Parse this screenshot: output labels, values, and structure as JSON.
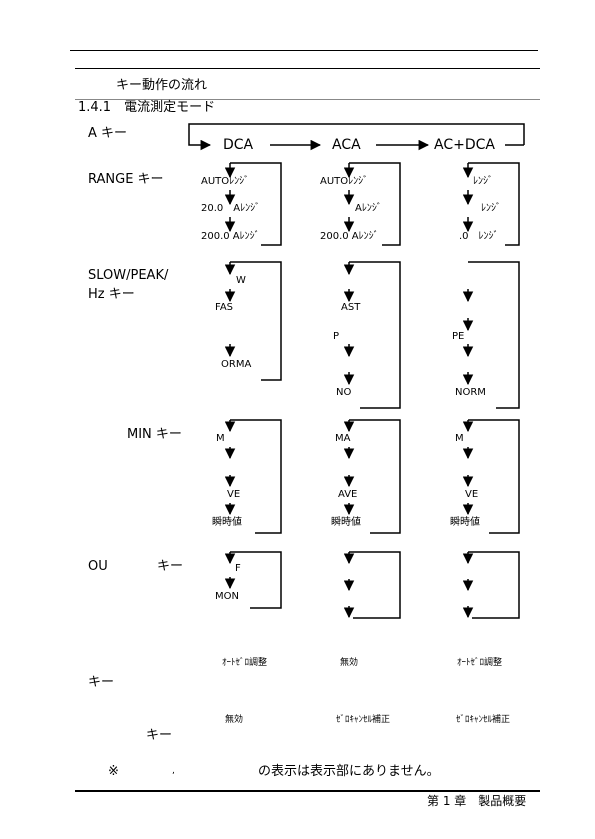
{
  "section": {
    "title": "キー動作の流れ",
    "subsection": "1.4.1　電流測定モード"
  },
  "keys": {
    "a": "A キー",
    "range": "RANGE キー",
    "slow1": "SLOW/PEAK/",
    "slow2": "Hz キー",
    "min": "MIN キー",
    "ou1": "OU",
    "ou2": "キー",
    "bottom1": "キー",
    "bottom2": "キー"
  },
  "modes": {
    "dca": "DCA",
    "aca": "ACA",
    "acdca": "AC+DCA"
  },
  "range": {
    "dca": [
      "AUTOﾚﾝｼﾞ",
      "20.0　Aﾚﾝｼﾞ",
      "200.0 Aﾚﾝｼﾞ"
    ],
    "aca": [
      "AUTOﾚﾝｼﾞ",
      "Aﾚﾝｼﾞ",
      "200.0 Aﾚﾝｼﾞ"
    ],
    "acdca": [
      "ﾚﾝｼﾞ",
      "ﾚﾝｼﾞ",
      ".0　ﾚﾝｼﾞ"
    ]
  },
  "slow": {
    "dca": [
      "W",
      "FAS",
      "ORMA"
    ],
    "aca": [
      "AST",
      "P",
      "NO"
    ],
    "acdca": [
      "PE",
      "NORM"
    ]
  },
  "min": {
    "dca": [
      "M",
      "VE",
      "瞬時値"
    ],
    "aca": [
      "MA",
      "AVE",
      "瞬時値"
    ],
    "acdca": [
      "M",
      "VE",
      "瞬時値"
    ]
  },
  "ou": {
    "dca": [
      "F",
      "MON"
    ]
  },
  "row5": {
    "dca": "ｵｰﾄｾﾞﾛ調整",
    "aca": "無効",
    "acdca": "ｵｰﾄｾﾞﾛ調整"
  },
  "row6": {
    "dca": "無効",
    "aca": "ｾﾞﾛｷｬﾝｾﾙ補正",
    "acdca": "ｾﾞﾛｷｬﾝｾﾙ補正"
  },
  "note": {
    "mark": "※",
    "comma": ",",
    "text": "の表示は表示部にありません。"
  },
  "footer": "第 1 章　製品概要"
}
